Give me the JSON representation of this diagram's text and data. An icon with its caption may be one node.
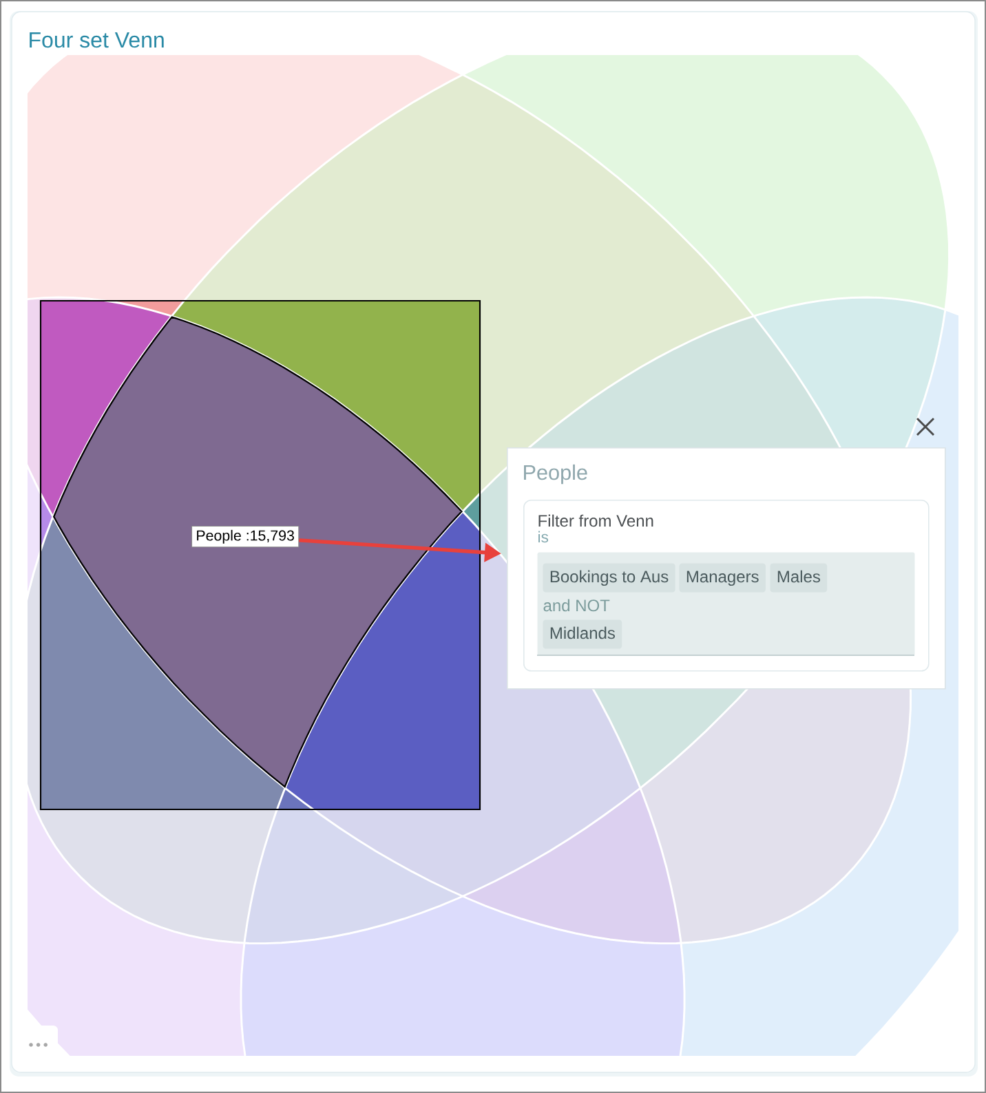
{
  "diagram": {
    "title": "Four set Venn",
    "nodes": [
      {
        "text": [
          "People"
        ]
      },
      {
        "text": [
          "Filter from Venn",
          "is"
        ],
        "in": 0
      },
      {
        "text": [
          "and NOT"
        ],
        "in": 1
      },
      {
        "text": [
          "Bookings to Aus"
        ],
        "in": 2
      },
      {
        "text": [
          "Managers"
        ],
        "in": 2
      },
      {
        "text": [
          "Males"
        ],
        "in": 2
      },
      {
        "text": [
          "Midlands"
        ],
        "in": 2
      },
      {
        "text": [
          "People :15,793"
        ]
      }
    ],
    "edges": [
      {
        "from": 7,
        "to": 0,
        "arrow": "to",
        "color": "#e8413c"
      }
    ]
  }
}
